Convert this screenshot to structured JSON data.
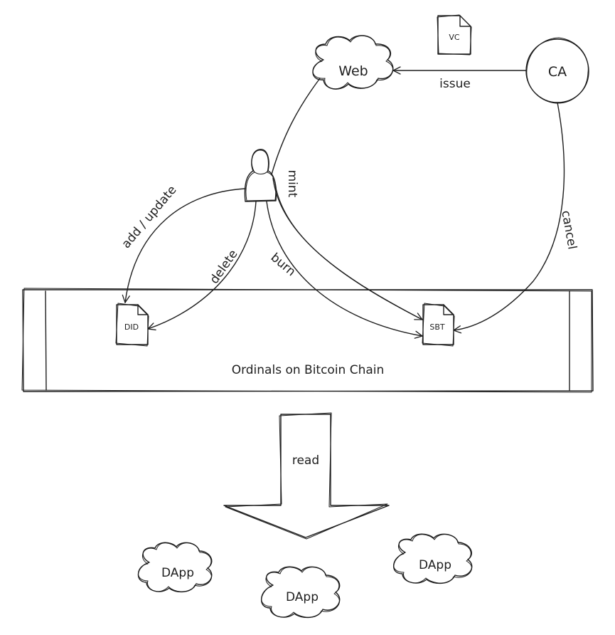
{
  "nodes": {
    "web": "Web",
    "ca": "CA",
    "vc": "VC",
    "did": "DID",
    "sbt": "SBT",
    "chain": "Ordinals on Bitcoin Chain",
    "dapp_left": "DApp",
    "dapp_center": "DApp",
    "dapp_right": "DApp"
  },
  "edges": {
    "issue": "issue",
    "mint": "mint",
    "cancel": "cancel",
    "add_update": "add / update",
    "delete": "delete",
    "burn": "burn",
    "read": "read"
  },
  "icons": {
    "user": "user-icon",
    "document": "document-icon",
    "cloud": "cloud-icon"
  }
}
